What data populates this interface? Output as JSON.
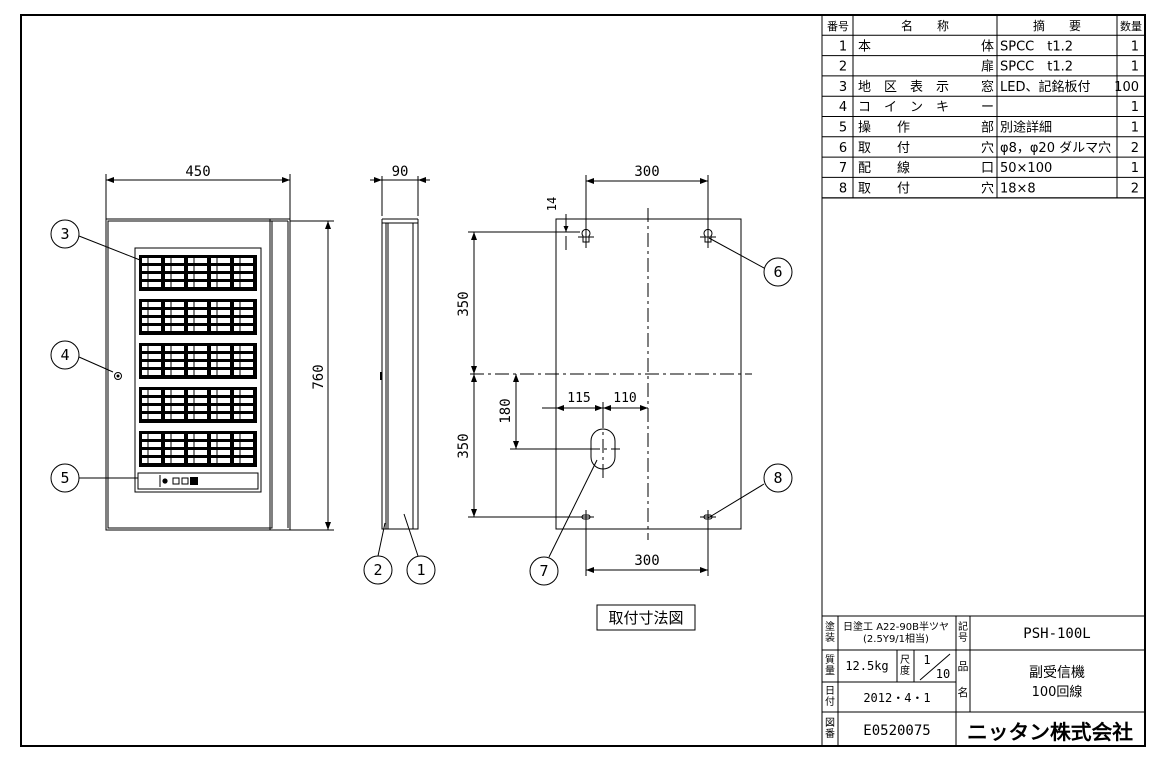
{
  "drawing_label": "取付寸法図",
  "dims": {
    "front_width": "450",
    "front_height": "760",
    "side_depth": "90",
    "mount_top_width": "300",
    "mount_bottom_width": "300",
    "mount_upper_height": "350",
    "mount_lower_height": "350",
    "hole_offset": "14",
    "cable_from_center": "180",
    "cable_left": "115",
    "cable_right": "110"
  },
  "balloons": [
    "1",
    "2",
    "3",
    "4",
    "5",
    "6",
    "7",
    "8"
  ],
  "parts_table": {
    "headers": {
      "no": "番号",
      "name": "名　　称",
      "spec": "摘　　要",
      "qty": "数量"
    },
    "rows": [
      {
        "no": "1",
        "name_l": "本",
        "name_r": "体",
        "spec": "SPCC　t1.2",
        "qty": "1"
      },
      {
        "no": "2",
        "name_l": "",
        "name_r": "扉",
        "spec": "SPCC　t1.2",
        "qty": "1"
      },
      {
        "no": "3",
        "name_l": "地　区　表　示",
        "name_r": "窓",
        "spec": "LED、記銘板付",
        "qty": "100"
      },
      {
        "no": "4",
        "name_l": "コ　イ　ン　キ",
        "name_r": "ー",
        "spec": "",
        "qty": "1"
      },
      {
        "no": "5",
        "name_l": "操　　作",
        "name_r": "部",
        "spec": "別途詳細",
        "qty": "1"
      },
      {
        "no": "6",
        "name_l": "取　　付",
        "name_r": "穴",
        "spec": "φ8，φ20 ダルマ穴",
        "qty": "2"
      },
      {
        "no": "7",
        "name_l": "配　　線",
        "name_r": "口",
        "spec": "50×100",
        "qty": "1"
      },
      {
        "no": "8",
        "name_l": "取　　付",
        "name_r": "穴",
        "spec": "18×8",
        "qty": "2"
      }
    ]
  },
  "title_block": {
    "paint_label": "塗装",
    "paint_line1": "日塗工 A22-90B半ツヤ",
    "paint_line2": "(2.5Y9/1相当)",
    "code_label": "記号",
    "code_value": "PSH-100L",
    "weight_label": "質量",
    "weight_value": "12.5kg",
    "scale_label": "尺度",
    "scale_num": "1",
    "scale_den": "10",
    "name_label_1": "品",
    "name_label_2": "名",
    "product_name": "副受信機",
    "product_sub": "100回線",
    "date_label": "日付",
    "date_value": "2012・4・1",
    "drawing_no_label": "図番",
    "drawing_no": "E0520075",
    "company": "ニッタン株式会社"
  }
}
